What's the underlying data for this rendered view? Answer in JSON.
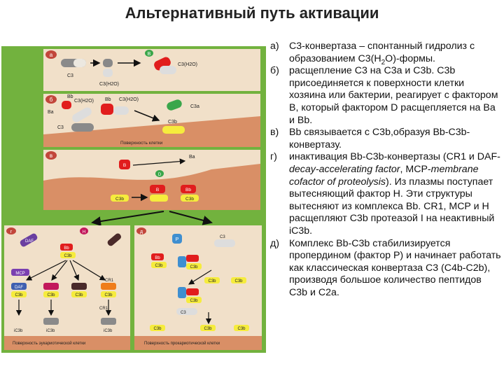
{
  "title": "Альтернативный путь активации",
  "items": [
    {
      "mark": "а)",
      "text": "С3-конвертаза – спонтанный гидролиз с образованием С3(Н",
      "sub": "2",
      "text2": "О)-формы."
    },
    {
      "mark": "б)",
      "text": "расщепление С3 на С3а и С3b. C3b присоединяется к поверхности клетки хозяина или бактерии, реагирует с фактором В, который фактором D расщепляется на Ва и Вb."
    },
    {
      "mark": "в)",
      "text": "Bb связывается с С3b,образуя Вb-С3b- конвертазу."
    },
    {
      "mark": "г)",
      "t1": "инактивация Вb-С3b-конвертазы (CR1 и DAF-",
      "i1": "decay-accelerating factor",
      "t2": ", MCP-",
      "i2": "membrane cofactor of proteolysis",
      "t3": "). Из плазмы поступает вытесняющий фактор Н. Эти структуры вытесняют из комплекса Вb. CR1, MCP и H расщепляют С3b протеазой I на неактивный iC3b."
    },
    {
      "mark": "д)",
      "text": "Комплекс Вb-С3b стабилизируется пропердином (фактор Р) и начинает работать как классическая конвертаза С3 (С4b-С2b), производя большое количество пептидов С3b и С2а."
    }
  ],
  "figure": {
    "panel_labels": [
      "а",
      "б",
      "в",
      "г",
      "д"
    ],
    "a_labels": [
      "C3",
      "C3(H2O)",
      "C3(H2O)",
      "B"
    ],
    "b_labels": [
      "Bb",
      "C3(H2O)",
      "Bb",
      "C3(H2O)",
      "C3a",
      "Ba",
      "C3",
      "C3b",
      "Поверхность клетки"
    ],
    "v_labels": [
      "Ba",
      "B",
      "D",
      "C3b",
      "B",
      "Bb",
      "C3b"
    ],
    "g_labels": [
      "DAF",
      "H",
      "Bb",
      "C3b",
      "MCP",
      "CR1",
      "DAF",
      "C3b",
      "C3b",
      "C3b",
      "C3b",
      "CR1",
      "iC3b",
      "iC3b",
      "iC3b",
      "Поверхность эукариотической клетки"
    ],
    "d_labels": [
      "P",
      "C3",
      "C3b",
      "Bb",
      "C3b",
      "C3b",
      "C3b",
      "C3b",
      "C3",
      "C3b",
      "C3b",
      "C3b",
      "Поверхность прокариотической клетки"
    ]
  },
  "colors": {
    "membrane": "#d98f66",
    "panel": "#f1e0c9",
    "border": "#72b23e",
    "bb": "#e11d1d",
    "c3b": "#f6ec3d"
  }
}
